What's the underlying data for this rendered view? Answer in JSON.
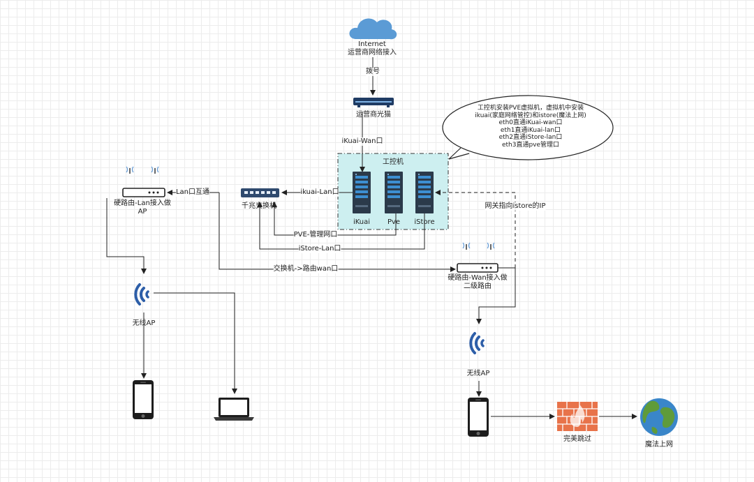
{
  "nodes": {
    "internet_line1": "Internet",
    "internet_line2": "运营商网络接入",
    "dial": "拨号",
    "modem": "运营商光猫",
    "ikuai_wan": "iKuai-Wan口",
    "ipc_title": "工控机",
    "server_ikuai": "iKuai",
    "server_pve": "Pve",
    "server_istore": "iStore",
    "switch": "千兆交换机",
    "router_lan_line1": "硬路由-Lan接入做",
    "router_lan_line2": "AP",
    "router_wan_line1": "硬路由-Wan接入做",
    "router_wan_line2": "二级路由",
    "wireless_ap_left": "无线AP",
    "wireless_ap_right": "无线AP",
    "firewall": "完美跳过",
    "globe": "魔法上网"
  },
  "edges": {
    "lan_interconnect": "Lan口互通",
    "ikuai_lan": "ikuai-Lan口",
    "pve_mgmt": "PVE-管理网口",
    "istore_lan": "iStore-Lan口",
    "switch_to_wan": "交换机->路由wan口",
    "gateway": "网关指向istore的IP"
  },
  "callout": {
    "lines": [
      "工控机安装PVE虚拟机，虚拟机中安装",
      "ikuai(家庭网络管控)和istore(魔法上网)",
      "eth0直通iKuai-wan口",
      "eth1直通iKuai-lan口",
      "eth2直通iStore-lan口",
      "eth3直通pve管理口"
    ]
  },
  "colors": {
    "cloud": "#5b9bd5",
    "ipc_fill": "#cdeff0",
    "server_dark": "#2b3a4a",
    "server_blue": "#3d8fd1",
    "wifi": "#2d5ea8",
    "firewall": "#e8734a",
    "globe_water": "#3a86c9",
    "globe_land": "#5f9b3a"
  }
}
